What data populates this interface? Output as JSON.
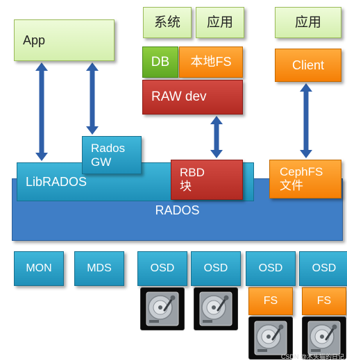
{
  "labels": {
    "app": "App",
    "system": "系统",
    "app_cn_1": "应用",
    "app_cn_2": "应用",
    "db": "DB",
    "local_fs": "本地FS",
    "raw_dev": "RAW dev",
    "client": "Client",
    "rados_gw": "Rados\nGW",
    "librados": "LibRADOS",
    "rbd": "RBD\n块",
    "cephfs": "CephFS\n文件",
    "rados": "RADOS"
  },
  "nodes": [
    {
      "id": "mon",
      "label": "MON",
      "disk": false,
      "fs": ""
    },
    {
      "id": "mds",
      "label": "MDS",
      "disk": false,
      "fs": ""
    },
    {
      "id": "osd1",
      "label": "OSD",
      "disk": true,
      "fs": ""
    },
    {
      "id": "osd2",
      "label": "OSD",
      "disk": true,
      "fs": ""
    },
    {
      "id": "osd3",
      "label": "OSD",
      "disk": true,
      "fs": "FS"
    },
    {
      "id": "osd4",
      "label": "OSD",
      "disk": true,
      "fs": "FS"
    }
  ],
  "watermark": "CSDN @木头猫的日记",
  "colors": {
    "green": "#d4efad",
    "orange": "#f57f05",
    "red": "#b22a22",
    "teal": "#1e8fb8",
    "blue": "#3f7ec6",
    "arrow": "#2f5fa8"
  }
}
